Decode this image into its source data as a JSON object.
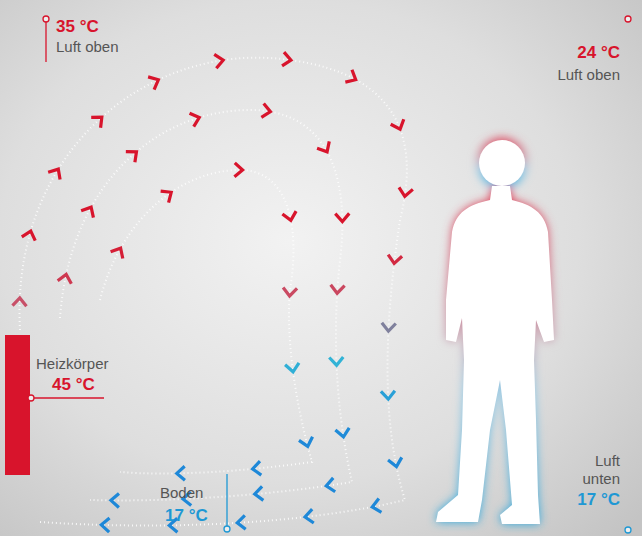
{
  "diagram": {
    "labels": [
      "35 °C",
      "Luft oben",
      "24 °C",
      "Luft oben",
      "Heizkörper",
      "45 °C",
      "Boden",
      "17 °C",
      "Luft unten",
      "17 °C"
    ]
  }
}
